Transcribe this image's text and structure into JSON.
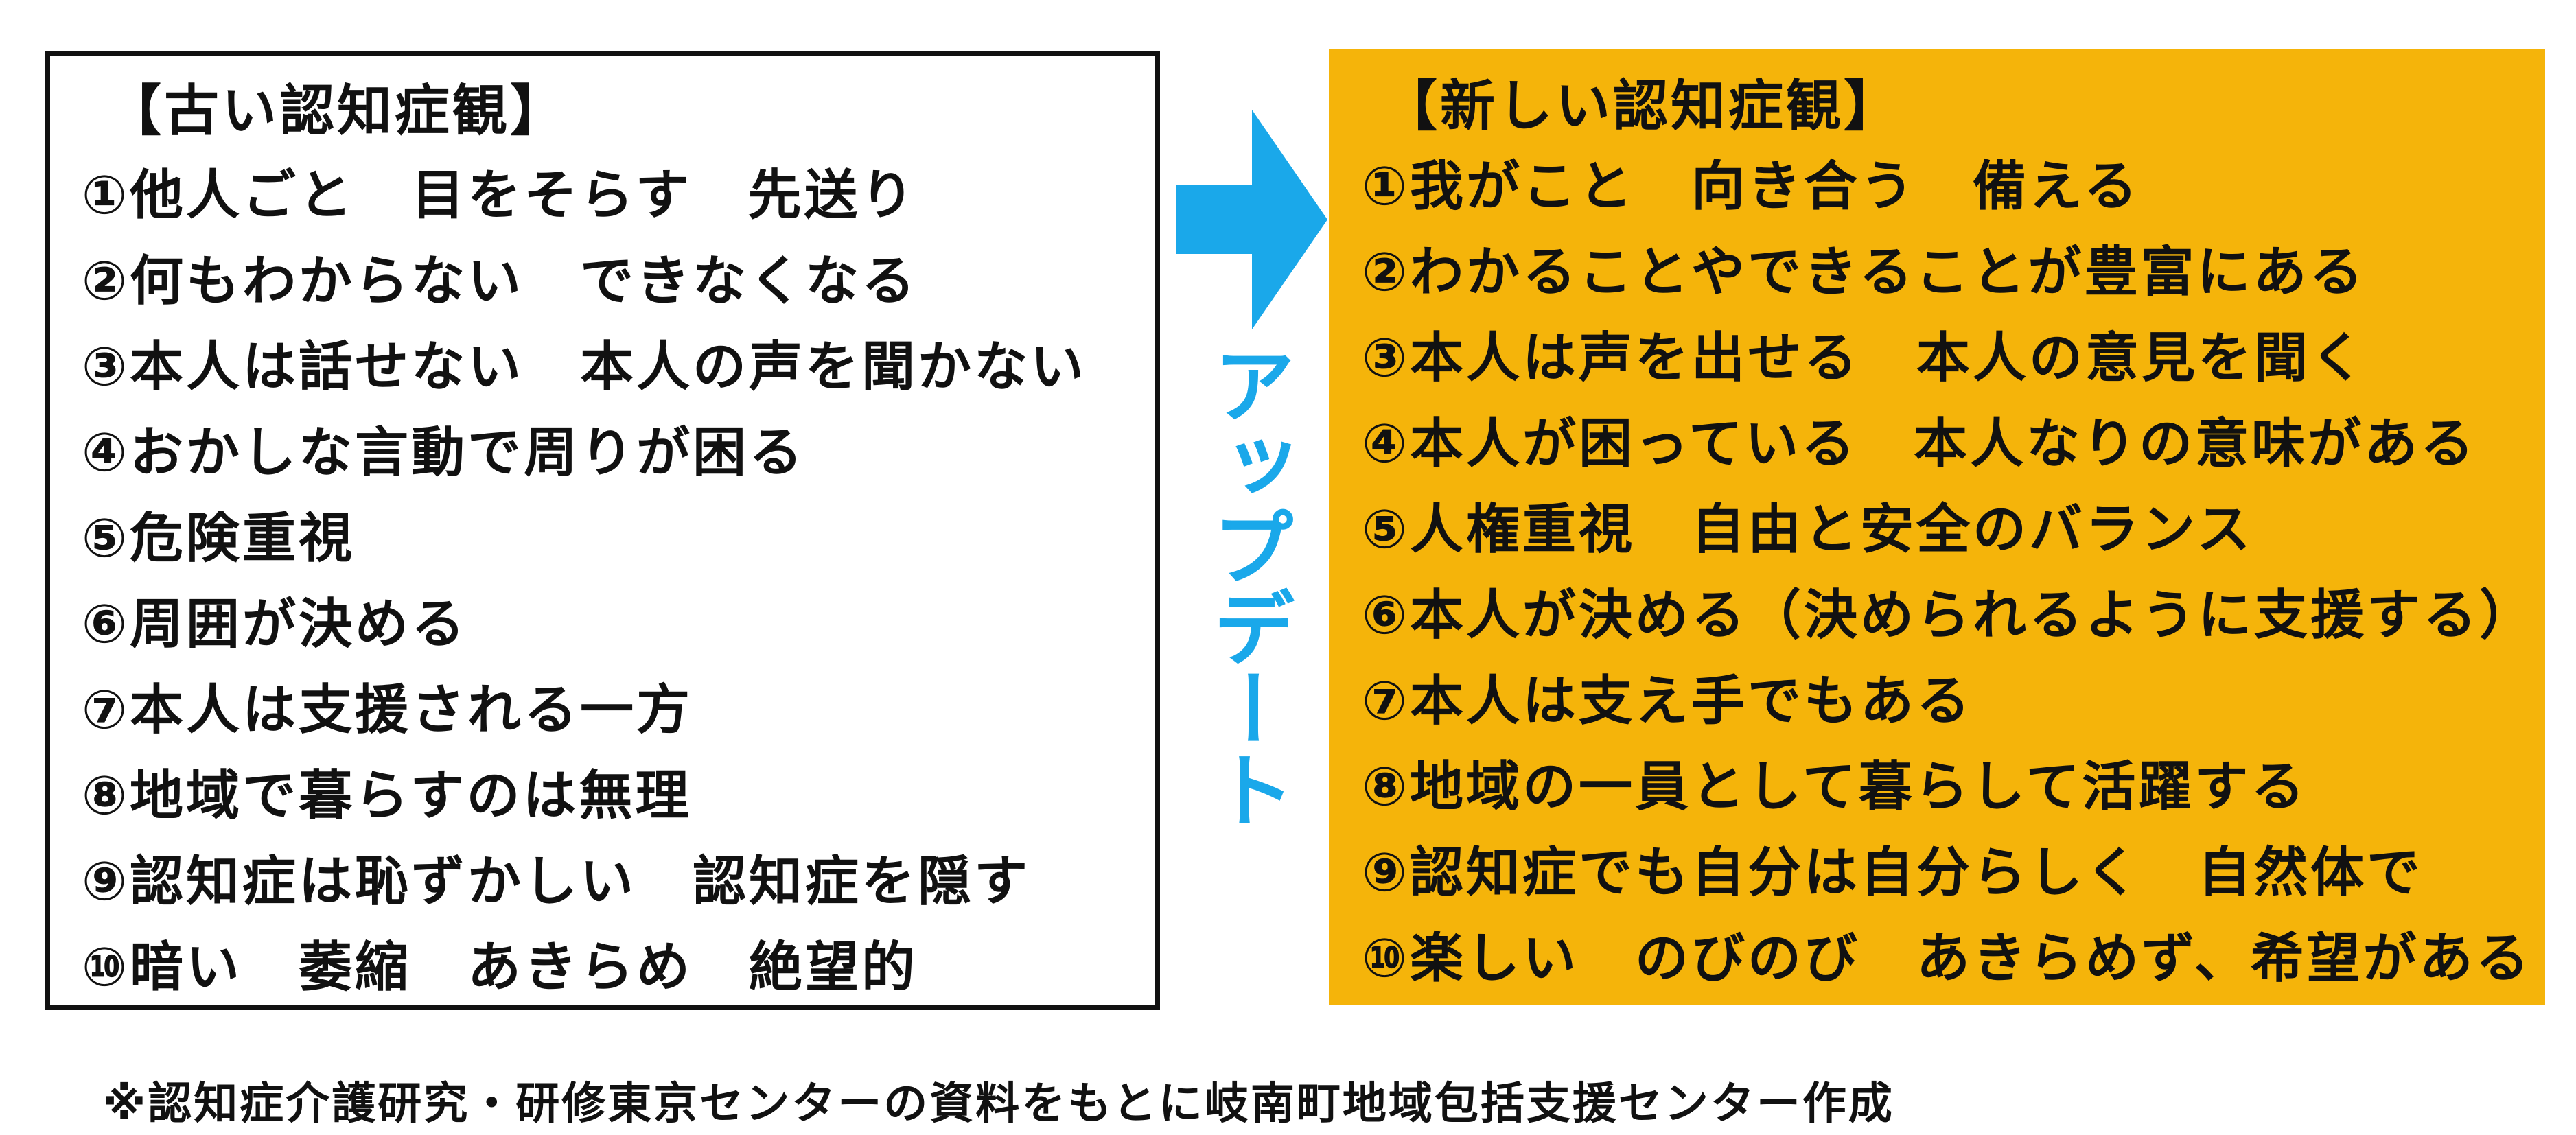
{
  "old_view": {
    "title": "【古い認知症観】",
    "items": [
      "①他人ごと　目をそらす　先送り",
      "②何もわからない　できなくなる",
      "③本人は話せない　本人の声を聞かない",
      "④おかしな言動で周りが困る",
      "⑤危険重視",
      "⑥周囲が決める",
      "⑦本人は支援される一方",
      "⑧地域で暮らすのは無理",
      "⑨認知症は恥ずかしい　認知症を隠す",
      "⑩暗い　萎縮　あきらめ　絶望的"
    ]
  },
  "arrow": {
    "label": "アップデート",
    "color": "#1aa8ea"
  },
  "new_view": {
    "title": "【新しい認知症観】",
    "background_color": "#f5b40a",
    "items": [
      "①我がこと　向き合う　備える",
      "②わかることやできることが豊富にある",
      "③本人は声を出せる　本人の意見を聞く",
      "④本人が困っている　本人なりの意味がある",
      "⑤人権重視　自由と安全のバランス",
      "⑥本人が決める（決められるように支援する）",
      "⑦本人は支え手でもある",
      "⑧地域の一員として暮らして活躍する",
      "⑨認知症でも自分は自分らしく　自然体で",
      "⑩楽しい　のびのび　あきらめず、希望がある"
    ]
  },
  "footnote": "※認知症介護研究・研修東京センターの資料をもとに岐南町地域包括支援センター作成"
}
